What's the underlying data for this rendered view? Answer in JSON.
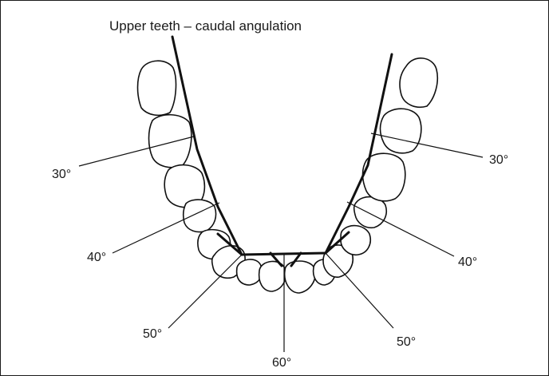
{
  "title": "Upper teeth – caudal angulation",
  "labels": {
    "left_30": "30°",
    "left_40": "40°",
    "left_50": "50°",
    "bottom_60": "60°",
    "right_50": "50°",
    "right_40": "40°",
    "right_30": "30°"
  }
}
